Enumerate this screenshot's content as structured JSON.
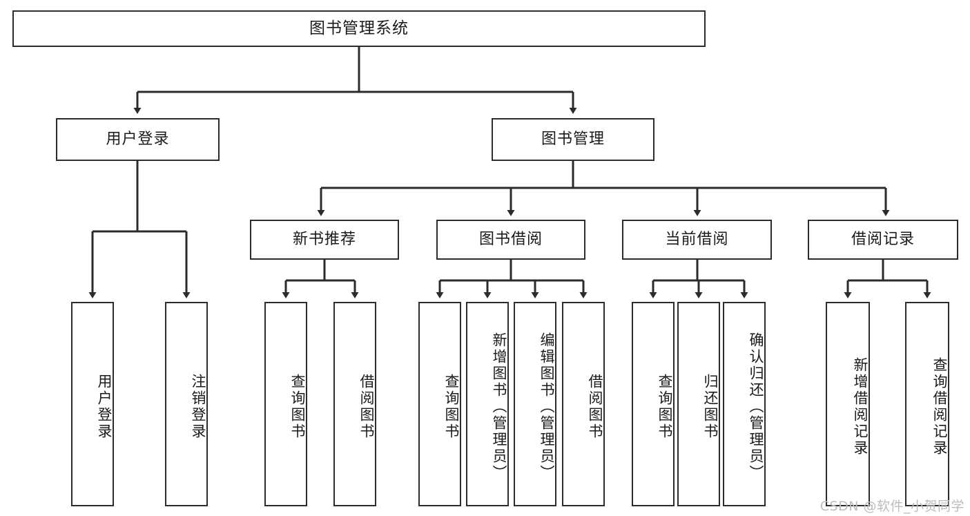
{
  "diagram": {
    "type": "tree-hierarchy-diagram",
    "title_node": "图书管理系统",
    "watermark": "CSDN @软件_小贺同学",
    "colors": {
      "box_border": "#2b2b2b",
      "box_fill": "#ffffff",
      "connector": "#2b2b2b",
      "text": "#1a1a1a",
      "watermark": "#bdbdbd",
      "background": "#ffffff"
    },
    "nodes": {
      "root": {
        "label": "图书管理系统",
        "level": 0
      },
      "level1": [
        {
          "id": "user-login",
          "label": "用户登录"
        },
        {
          "id": "book-management",
          "label": "图书管理"
        }
      ],
      "level2": [
        {
          "id": "new-book-recommend",
          "label": "新书推荐",
          "parent": "book-management"
        },
        {
          "id": "book-borrow",
          "label": "图书借阅",
          "parent": "book-management"
        },
        {
          "id": "current-borrow",
          "label": "当前借阅",
          "parent": "book-management"
        },
        {
          "id": "borrow-record",
          "label": "借阅记录",
          "parent": "book-management"
        }
      ],
      "leaves": {
        "user-login": [
          {
            "id": "leaf-user-login",
            "label": "用户登录"
          },
          {
            "id": "leaf-user-logout",
            "label": "注销登录"
          }
        ],
        "new-book-recommend": [
          {
            "id": "leaf-query-book-1",
            "label": "查询图书"
          },
          {
            "id": "leaf-borrow-book-1",
            "label": "借阅图书"
          }
        ],
        "book-borrow": [
          {
            "id": "leaf-query-book-2",
            "label": "查询图书"
          },
          {
            "id": "leaf-add-book",
            "label": "新增图书（管理员）"
          },
          {
            "id": "leaf-edit-book",
            "label": "编辑图书（管理员）"
          },
          {
            "id": "leaf-borrow-book-2",
            "label": "借阅图书"
          }
        ],
        "current-borrow": [
          {
            "id": "leaf-query-book-3",
            "label": "查询图书"
          },
          {
            "id": "leaf-return-book",
            "label": "归还图书"
          },
          {
            "id": "leaf-confirm-return",
            "label": "确认归还（管理员）"
          }
        ],
        "borrow-record": [
          {
            "id": "leaf-add-record",
            "label": "新增借阅记录"
          },
          {
            "id": "leaf-query-record",
            "label": "查询借阅记录"
          }
        ]
      }
    }
  }
}
